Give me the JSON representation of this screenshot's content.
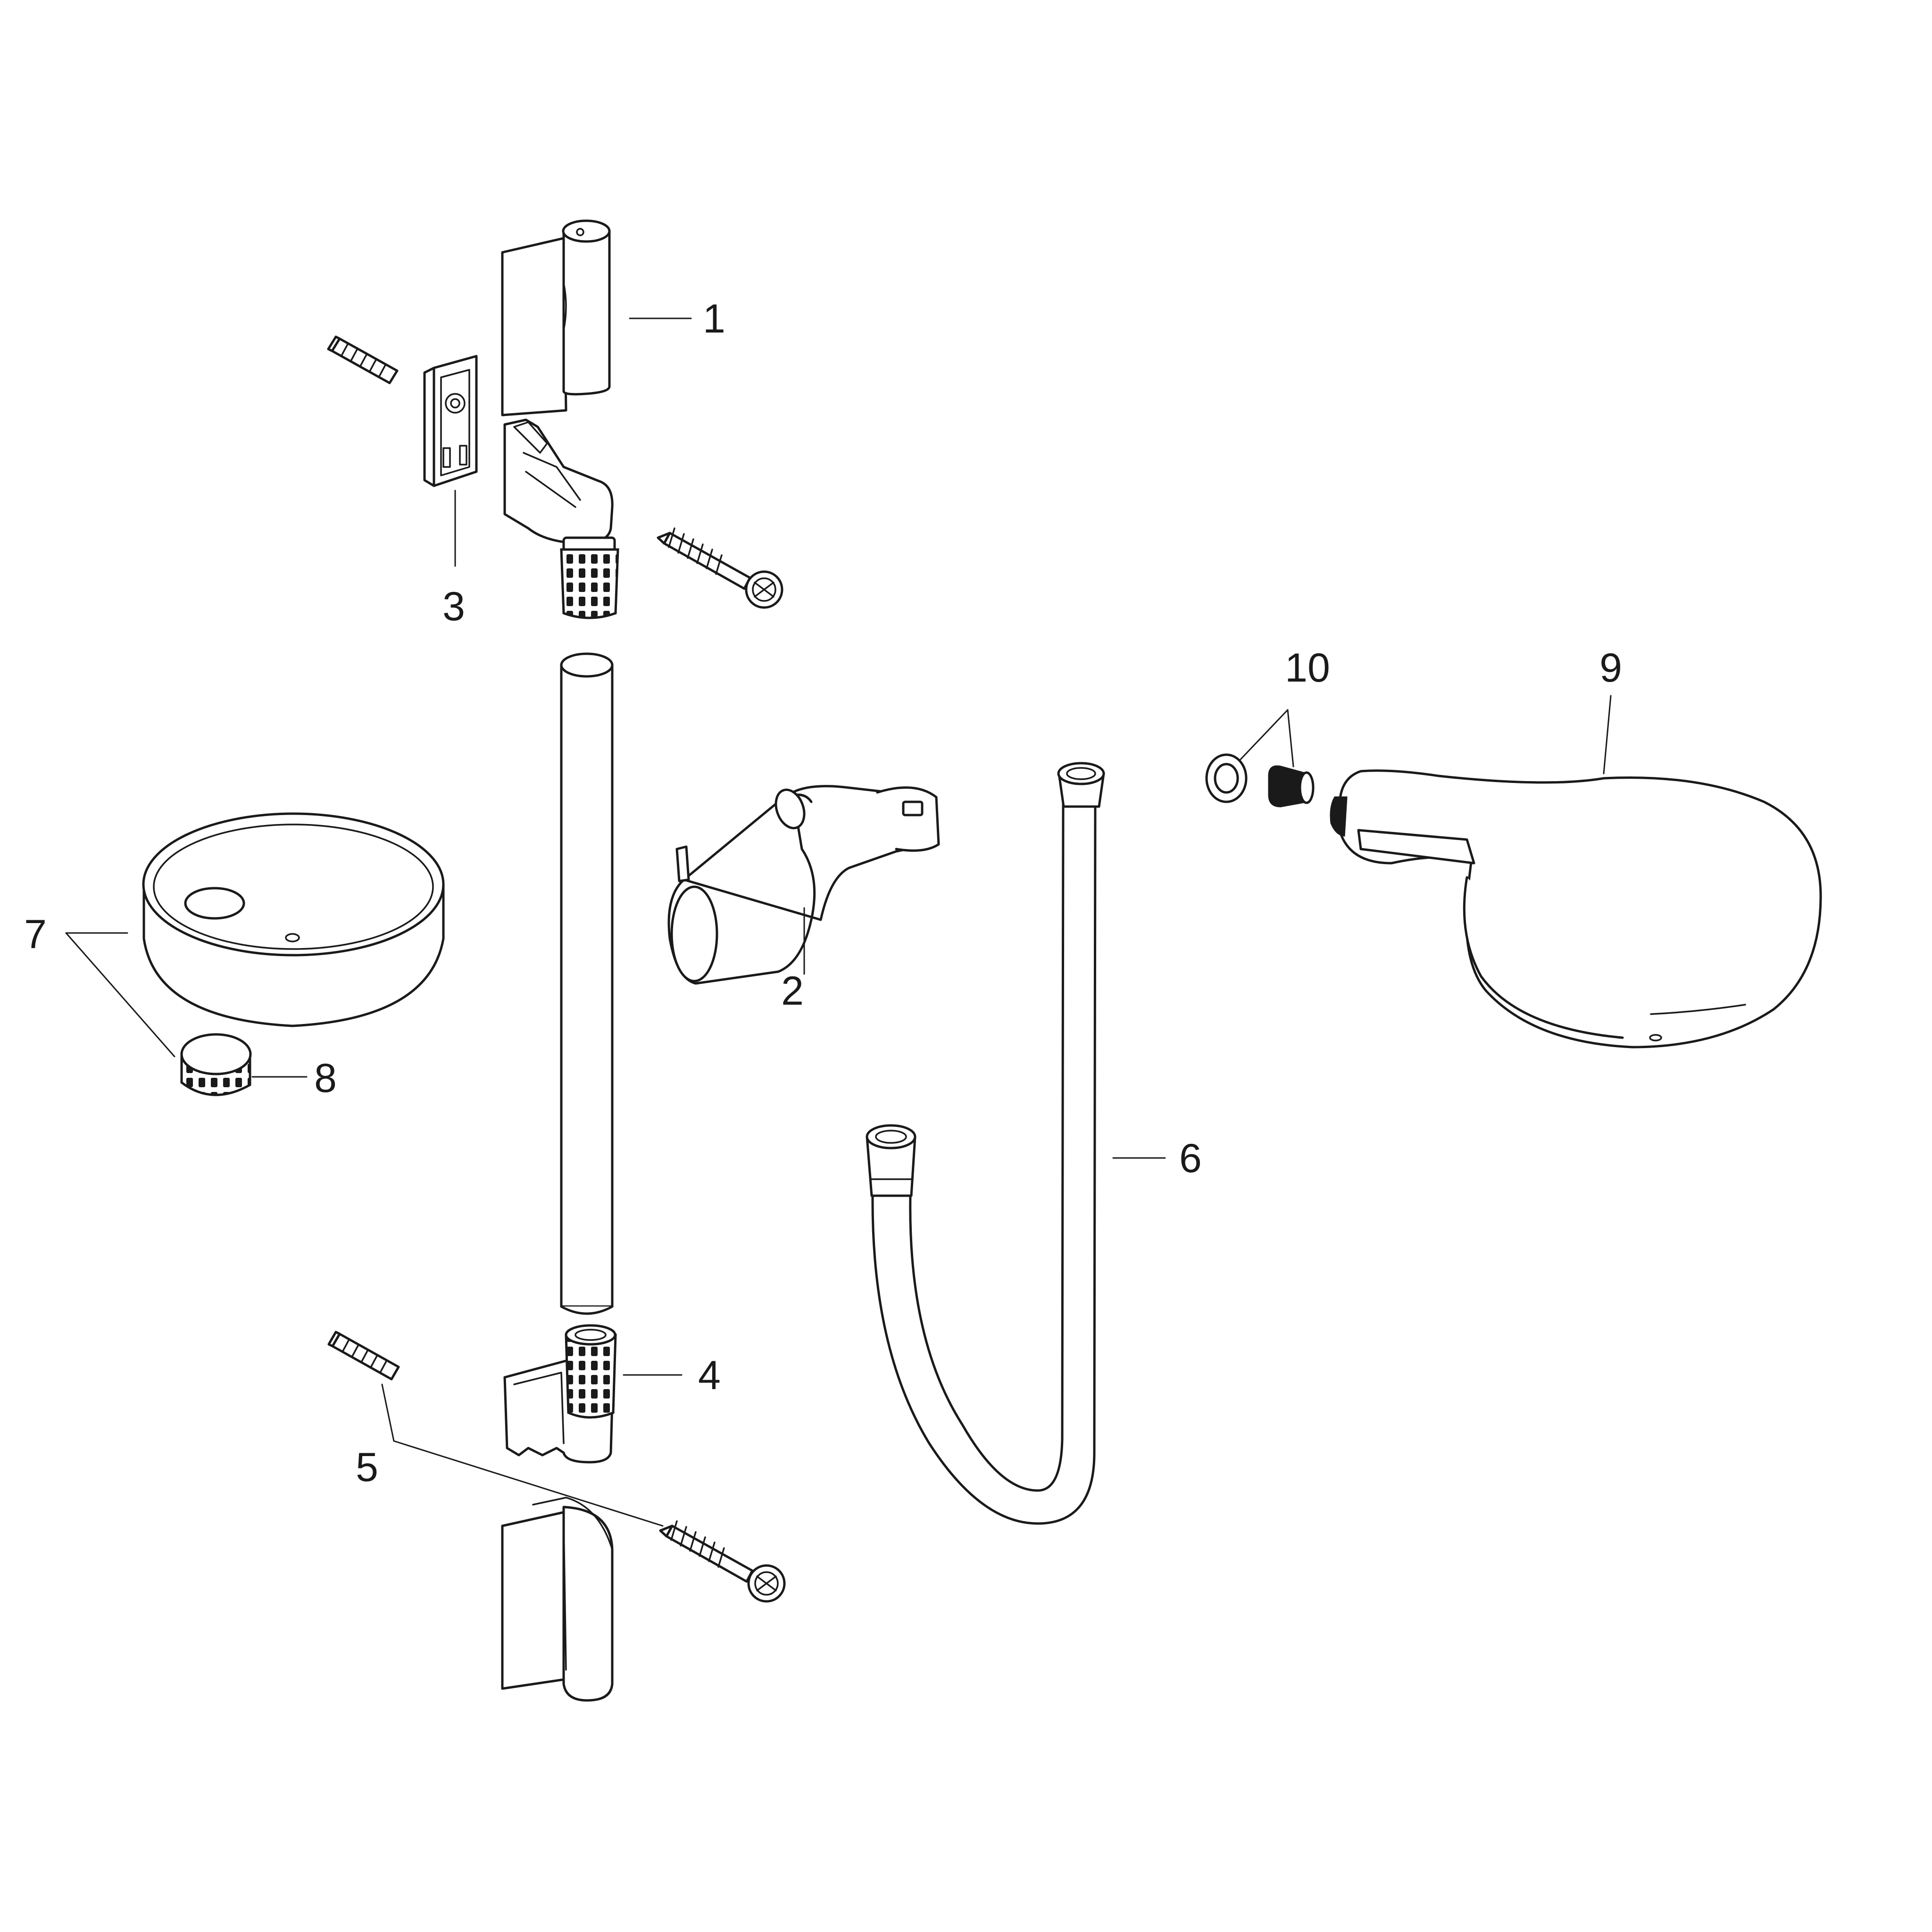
{
  "callouts": {
    "c1": "1",
    "c2": "2",
    "c3": "3",
    "c4": "4",
    "c5": "5",
    "c6": "6",
    "c7": "7",
    "c8": "8",
    "c9": "9",
    "c10": "10"
  },
  "colors": {
    "ink": "#1a1a1a",
    "paper": "#ffffff"
  }
}
